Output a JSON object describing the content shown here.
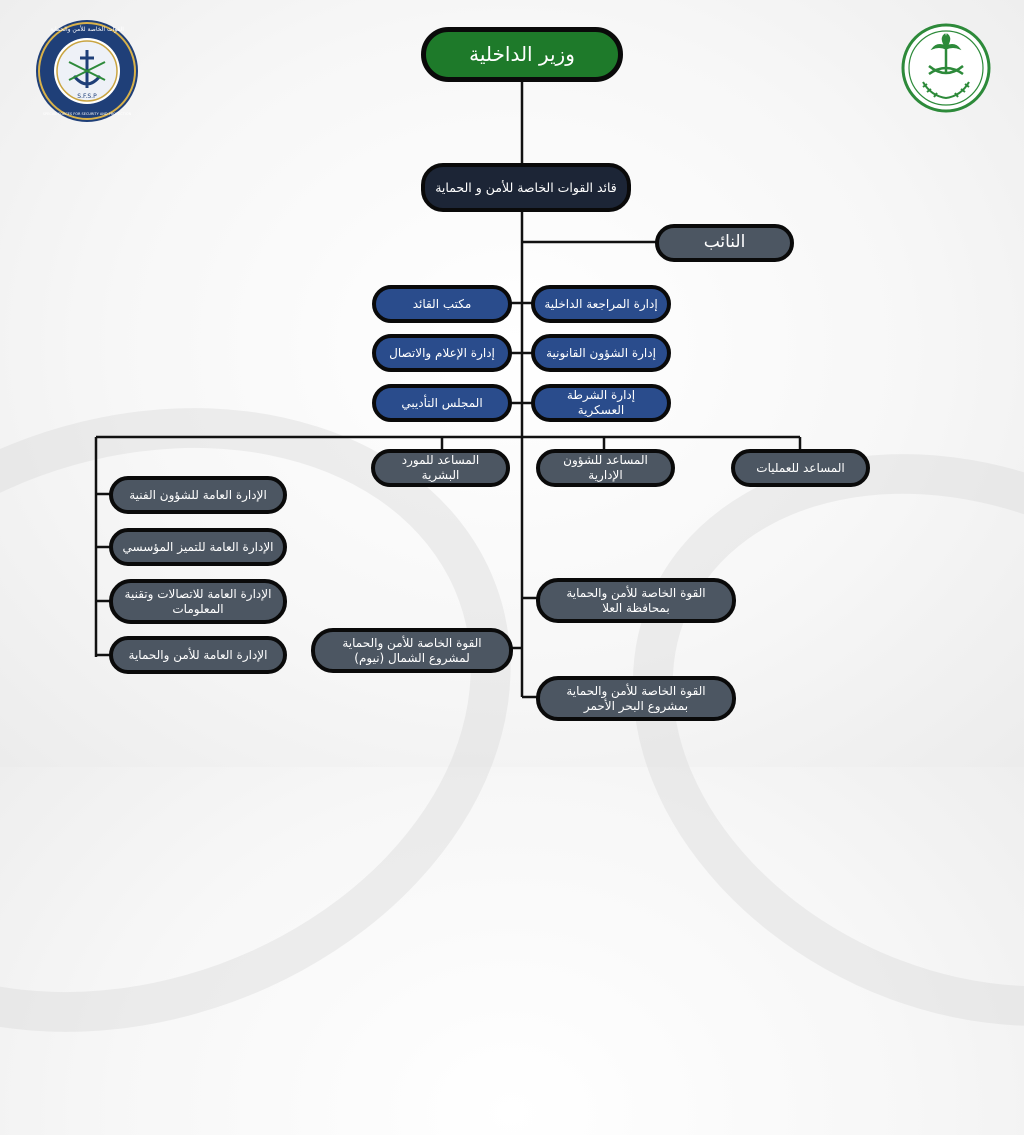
{
  "org_chart": {
    "minister": "وزير الداخلية",
    "commander": "قائد القوات الخاصة للأمن و الحماية",
    "deputy": "النائب",
    "right_column": [
      "إدارة المراجعة الداخلية",
      "إدارة الشؤون القانونية",
      "إدارة الشرطة العسكرية"
    ],
    "left_column": [
      "مكتب القائد",
      "إدارة الإعلام والاتصال",
      "المجلس التأديبي"
    ],
    "assistants": [
      "المساعد للعمليات",
      "المساعد للشؤون الإدارية",
      "المساعد للمورد البشرية"
    ],
    "general_departments": [
      "الإدارة العامة للشؤون الفنية",
      "الإدارة العامة للتميز المؤسسي",
      "الإدارة العامة للاتصالات وتقنية المعلومات",
      "الإدارة العامة للأمن والحماية"
    ],
    "forces": [
      "القوة الخاصة للأمن والحماية بمحافظة العلا",
      "القوة الخاصة للأمن والحماية لمشروع الشمال (نيوم)",
      "القوة الخاصة للأمن والحماية بمشروع البحر الأحمر"
    ]
  },
  "logos": {
    "left_ring_text": "القوات الخاصة للأمن والحماية",
    "left_abbr": "S.F.S.P",
    "left_bottom_text": "SPECIAL FORCES FOR SECURITY AND PROTECTION"
  },
  "colors": {
    "minister_green": "#1e7a2a",
    "commander_dark": "#1c2536",
    "unit_grey": "#4c5662",
    "office_blue": "#2a4c8c",
    "ministry_green": "#2d8a3a"
  }
}
